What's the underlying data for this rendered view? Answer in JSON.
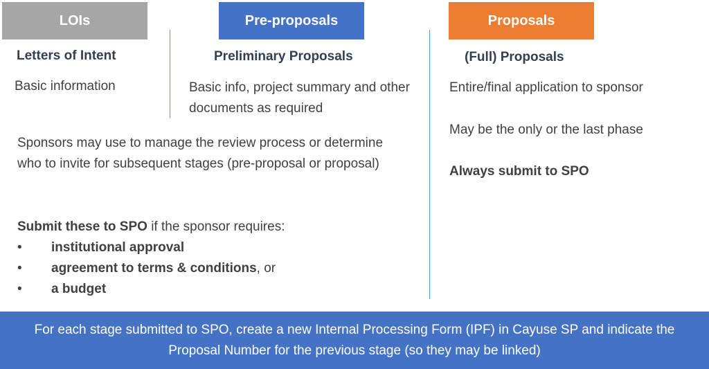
{
  "colors": {
    "lois_header": "#a6a6a6",
    "preproposals_header": "#4472c4",
    "proposals_header": "#ed7d31",
    "footer": "#4472c4",
    "divider": "#5b9bd5"
  },
  "columns": {
    "lois": {
      "header": "LOIs",
      "subtitle": "Letters of Intent",
      "description": "Basic information"
    },
    "preproposals": {
      "header": "Pre-proposals",
      "subtitle": "Preliminary Proposals",
      "description": "Basic info, project summary and other documents as required"
    },
    "proposals": {
      "header": "Proposals",
      "subtitle": "(Full) Proposals",
      "description": "Entire/final application to sponsor",
      "note": "May be the only or the last phase",
      "emphasis": "Always submit to SPO"
    }
  },
  "shared": {
    "review_text": "Sponsors may use to manage the review process or determine who to invite for subsequent stages (pre-proposal or proposal)",
    "submit_bold": "Submit these to SPO",
    "submit_rest": " if the sponsor requires:",
    "bullet_symbol": "•",
    "requirements": [
      {
        "bold": "institutional approval",
        "rest": ""
      },
      {
        "bold": "agreement to terms & conditions",
        "rest": ", or"
      },
      {
        "bold": "a budget",
        "rest": ""
      }
    ]
  },
  "footer": {
    "text": "For each stage submitted to SPO, create a new Internal Processing Form (IPF) in Cayuse SP and indicate the Proposal Number for the previous stage (so they may be linked)"
  }
}
